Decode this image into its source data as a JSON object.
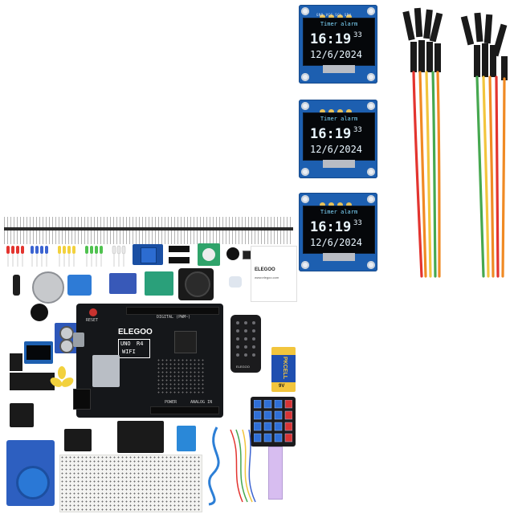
{
  "oled": {
    "pins_label": "GND VCC SCL SDA",
    "title": "Timer alarm",
    "time": "16:19",
    "seconds": "33",
    "date": "12/6/2024"
  },
  "board": {
    "brand": "ELEGOO",
    "model_left": "UNO",
    "model_right": "R4",
    "model_sub": "WIFI",
    "digital": "DIGITAL (PWM~)",
    "power": "POWER",
    "analog": "ANALOG IN",
    "reset": "RESET"
  },
  "card": {
    "brand": "ELEGOO",
    "url": "www.elegoo.com"
  },
  "battery": {
    "brand": "PKCELL",
    "voltage": "9V"
  },
  "remote_brand": "ELEGOO",
  "colors": {
    "oled_blue": "#1d5fb0",
    "board_black": "#15171a",
    "wire_red": "#e3342f",
    "wire_orange": "#f08a24",
    "wire_yellow": "#f2c53d",
    "wire_green": "#46a84f"
  }
}
